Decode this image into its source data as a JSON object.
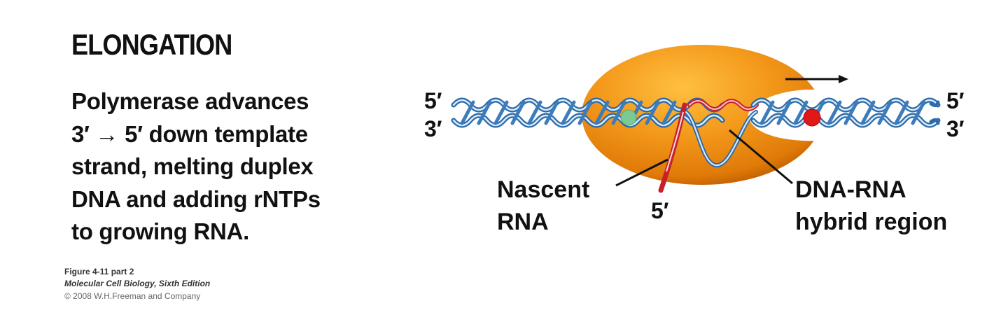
{
  "heading": "ELONGATION",
  "description": {
    "lines": [
      "Polymerase advances",
      "3′ → 5′ down template",
      "strand, melting duplex",
      "DNA and adding rNTPs",
      "to growing RNA."
    ]
  },
  "credit": {
    "figure": "Figure 4-11 part 2",
    "book": "Molecular Cell Biology, Sixth Edition",
    "copyright": "© 2008 W.H.Freeman and Company"
  },
  "diagram": {
    "left_top_end": "5′",
    "left_bottom_end": "3′",
    "right_top_end": "5′",
    "right_bottom_end": "3′",
    "rna_end": "5′",
    "label_nascent_line1": "Nascent",
    "label_nascent_line2": "RNA",
    "label_hybrid_line1": "DNA-RNA",
    "label_hybrid_line2": "hybrid region",
    "direction_arrow": "right-arrow",
    "colors": {
      "polymerase": "#f08a12",
      "polymerase_highlight": "#ffc040",
      "dna_strand": "#3a78b8",
      "dna_strand_light": "#cfe3f4",
      "rna_strand": "#c8202a",
      "marker_green": "#7cc992",
      "marker_red": "#e01818"
    }
  }
}
